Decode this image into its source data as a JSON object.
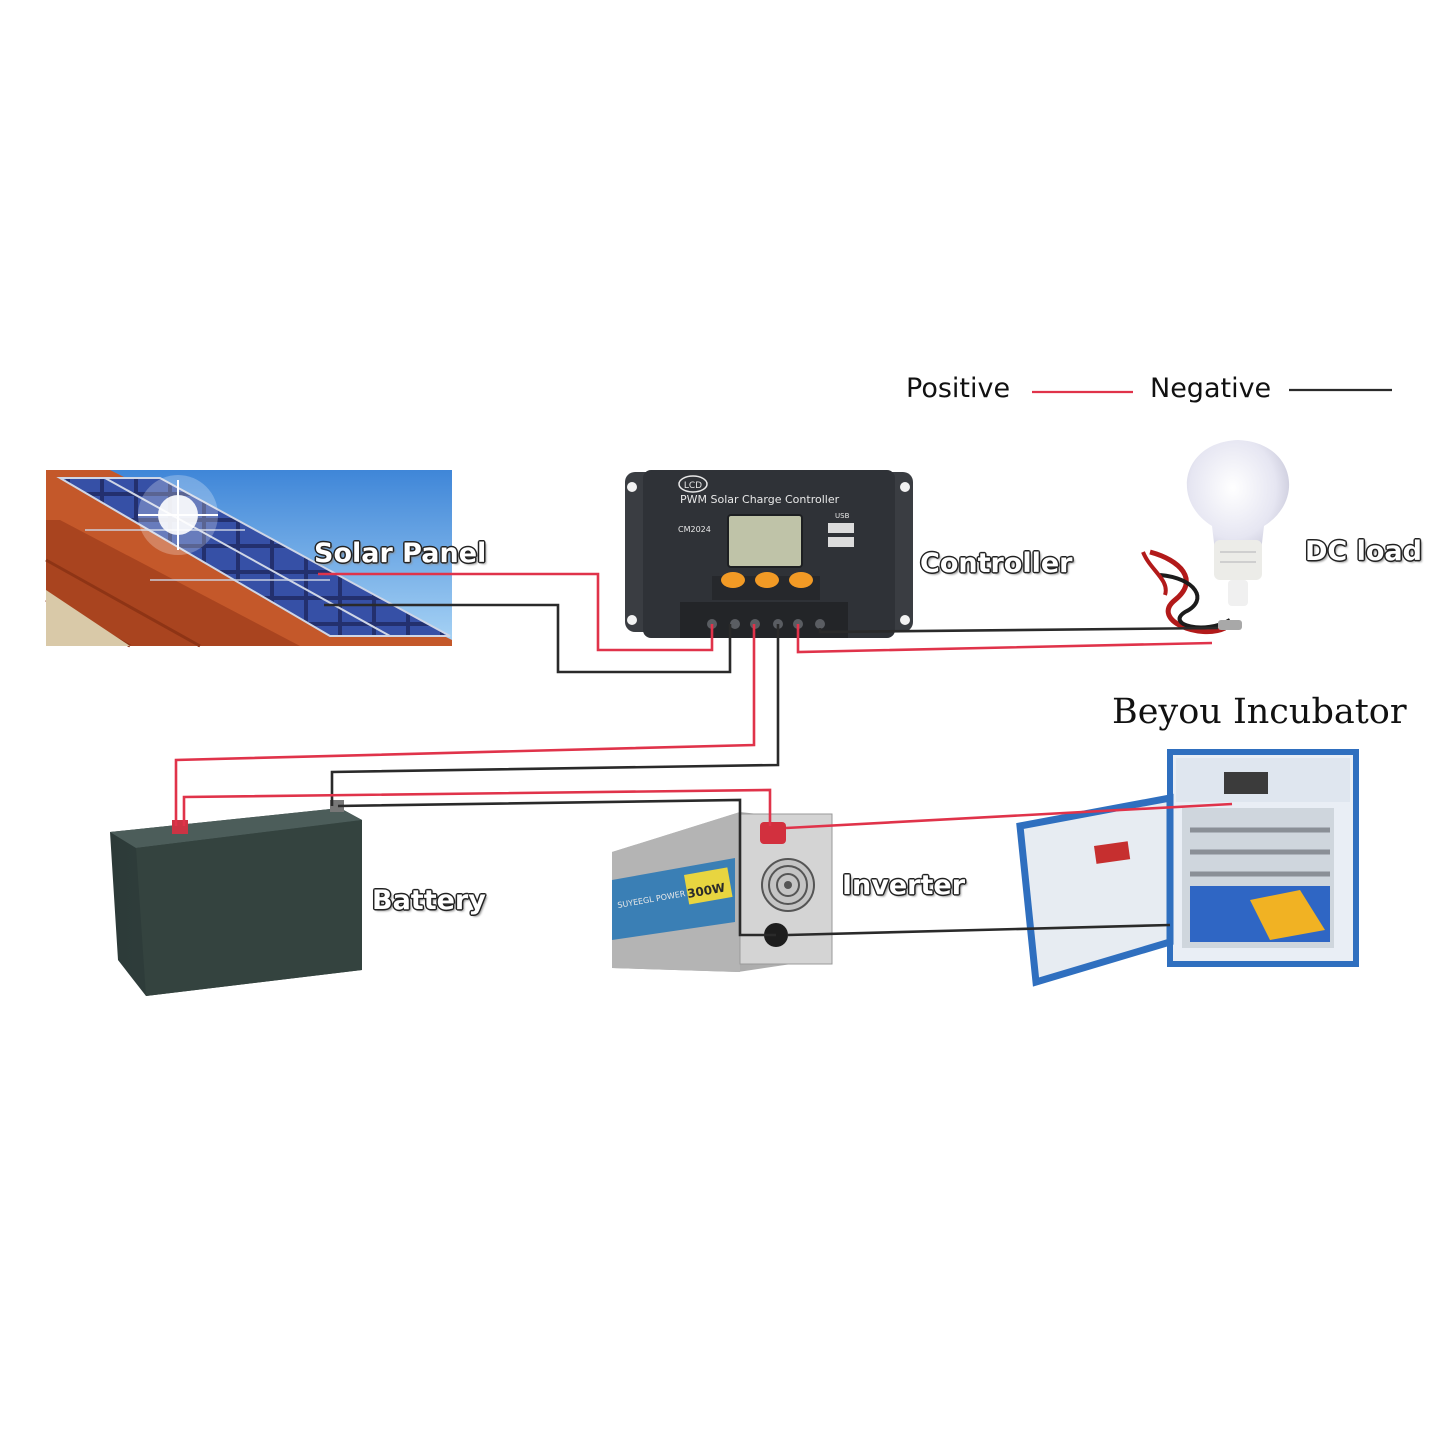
{
  "legend": {
    "positive": {
      "label": "Positive",
      "color": "#e0334a"
    },
    "negative": {
      "label": "Negative",
      "color": "#222222"
    }
  },
  "title": "Beyou Incubator",
  "components": {
    "solar_panel": "Solar Panel",
    "controller": "Controller",
    "dc_load": "DC load",
    "battery": "Battery",
    "inverter": "Inverter"
  },
  "controller_face": {
    "brand": "LCD",
    "name": "PWM Solar Charge Controller",
    "model": "CM2024",
    "usb": "USB"
  },
  "inverter_face": {
    "brand": "SUYEEGL POWER",
    "badge": "300W"
  },
  "icons": [
    "sun-icon",
    "light-bulb-icon",
    "fan-icon",
    "terminal-icon"
  ]
}
